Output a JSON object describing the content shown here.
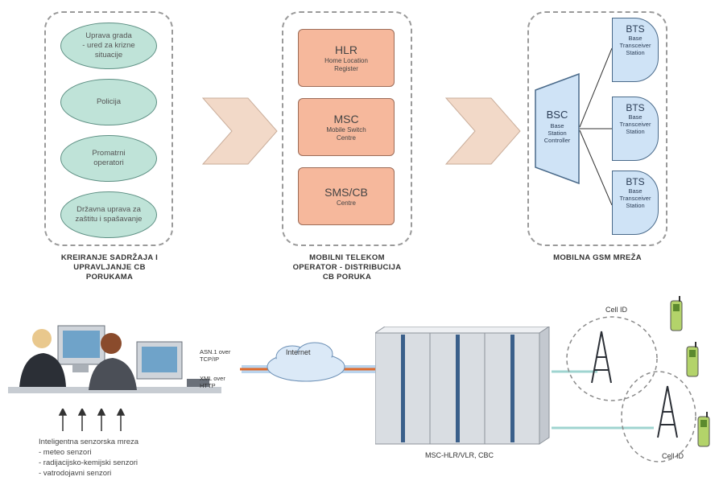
{
  "group1": {
    "items": [
      "Uprava grada\n- ured za krizne\nsituacije",
      "Policija",
      "Promatrni\noperatori",
      "Državna uprava za\nzaštitu i spašavanje"
    ],
    "caption": "KREIRANJE SADRŽAJA I\nUPRAVLJANJE CB\nPORUKAMA"
  },
  "group2": {
    "boxes": [
      {
        "title": "HLR",
        "subtitle": "Home Location\nRegister"
      },
      {
        "title": "MSC",
        "subtitle": "Mobile Switch\nCentre"
      },
      {
        "title": "SMS/CB",
        "subtitle": "Centre"
      }
    ],
    "caption": "MOBILNI TELEKOM\nOPERATOR - DISTRIBUCIJA\nCB PORUKA"
  },
  "group3": {
    "bsc": {
      "title": "BSC",
      "subtitle": "Base\nStation\nController"
    },
    "bts": [
      {
        "title": "BTS",
        "subtitle": "Base\nTransceiver\nStation"
      },
      {
        "title": "BTS",
        "subtitle": "Base\nTransceiver\nStation"
      },
      {
        "title": "BTS",
        "subtitle": "Base\nTransceiver\nStation"
      }
    ],
    "caption": "MOBILNA GSM MREŽA"
  },
  "bottom": {
    "protocol_top": "ASN.1 over\nTCP/IP",
    "protocol_bottom": "XML over\nHTTP",
    "internet": "Internet",
    "server": "MSC-HLR/VLR, CBC",
    "cell_top": "Cell ID",
    "cell_bottom": "Cell ID",
    "sensors": [
      "Inteligentna senzorska mreza",
      "- meteo senzori",
      "- radijacijsko-kemijski senzori",
      "- vatrodojavni senzori"
    ]
  },
  "colors": {
    "oval_fill": "#bfe3d8",
    "box_fill": "#f6b89c",
    "chevron_fill": "#f2d9c8",
    "bts_fill": "#cfe3f6",
    "link": "#e06a2a",
    "cabinet": "#d9dde2",
    "accent_blue": "#3a5f8a"
  }
}
